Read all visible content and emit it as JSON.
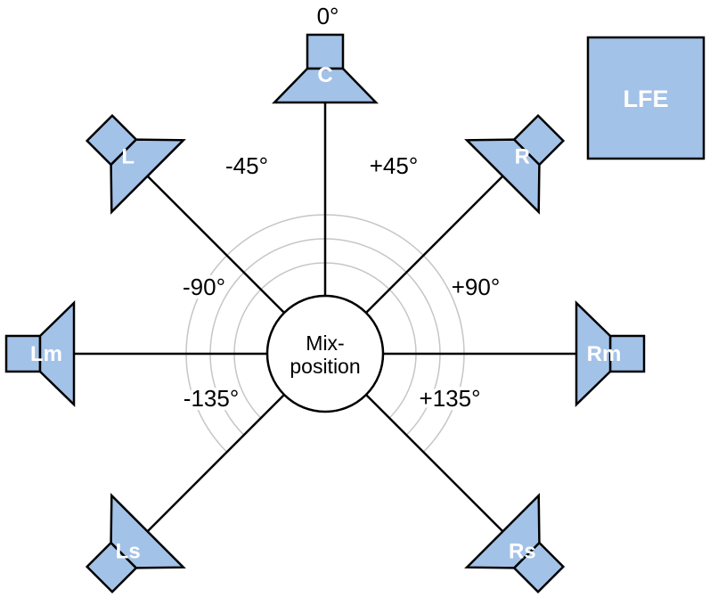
{
  "diagram": {
    "mix_position": {
      "line1": "Mix-",
      "line2": "position"
    },
    "lfe": {
      "label": "LFE"
    },
    "speakers": [
      {
        "id": "C",
        "label": "C",
        "angle_deg": 0,
        "angle_label": "0°"
      },
      {
        "id": "L",
        "label": "L",
        "angle_deg": -45,
        "angle_label": "-45°"
      },
      {
        "id": "R",
        "label": "R",
        "angle_deg": 45,
        "angle_label": "+45°"
      },
      {
        "id": "Lm",
        "label": "Lm",
        "angle_deg": -90,
        "angle_label": "-90°"
      },
      {
        "id": "Rm",
        "label": "Rm",
        "angle_deg": 90,
        "angle_label": "+90°"
      },
      {
        "id": "Ls",
        "label": "Ls",
        "angle_deg": -135,
        "angle_label": "-135°"
      },
      {
        "id": "Rs",
        "label": "Rs",
        "angle_deg": 135,
        "angle_label": "+135°"
      }
    ],
    "colors": {
      "speaker_fill": "#a3c2e8",
      "outline": "#000000",
      "arc": "#c6c6c6",
      "speaker_text": "#ffffff",
      "angle_text": "#000000",
      "background": "#ffffff"
    }
  }
}
